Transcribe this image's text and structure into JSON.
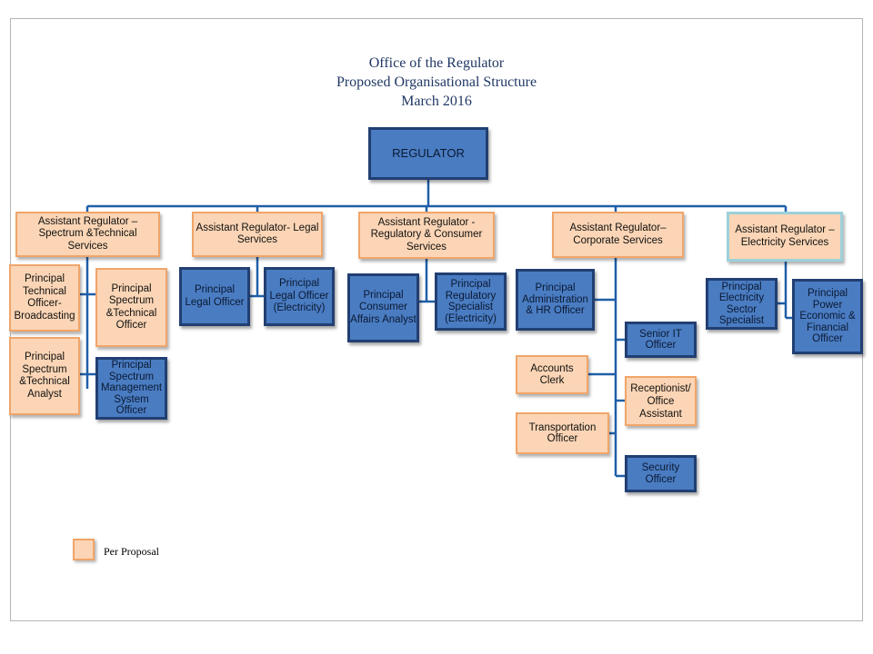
{
  "title": {
    "line1": "Office of the Regulator",
    "line2": "Proposed Organisational Structure",
    "line3": "March 2016"
  },
  "colors": {
    "existing_fill": "#4a7cc2",
    "existing_border": "#213f72",
    "proposal_fill": "#fbd5b5",
    "proposal_border": "#f0a56a",
    "electricity_border": "#9cd0db",
    "connector": "#1f5fa8"
  },
  "regulator": "REGULATOR",
  "assistants": [
    "Assistant Regulator – Spectrum &Technical Services",
    "Assistant Regulator- Legal Services",
    "Assistant Regulator - Regulatory & Consumer Services",
    "Assistant Regulator– Corporate Services",
    "Assistant Regulator – Electricity Services"
  ],
  "spectrum": {
    "technical_broadcasting": "Principal Technical Officer- Broadcasting",
    "spectrum_technical_officer": "Principal Spectrum &Technical Officer",
    "spectrum_technical_analyst": "Principal Spectrum &Technical Analyst",
    "spectrum_management": "Principal Spectrum Management System Officer"
  },
  "legal": {
    "legal_officer": "Principal Legal Officer",
    "legal_officer_electricity": "Principal Legal Officer (Electricity)"
  },
  "regulatory": {
    "consumer_affairs": "Principal Consumer Affairs Analyst",
    "regulatory_specialist": "Principal Regulatory Specialist (Electricity)"
  },
  "corporate": {
    "admin_hr": "Principal Administration & HR Officer",
    "senior_it": "Senior IT Officer",
    "accounts_clerk": "Accounts Clerk",
    "receptionist": "Receptionist/ Office Assistant",
    "transportation": "Transportation Officer",
    "security": "Security Officer"
  },
  "electricity": {
    "sector_specialist": "Principal Electricity Sector Specialist",
    "power_economic": "Principal Power Economic & Financial Officer"
  },
  "legend": {
    "per_proposal": "Per Proposal"
  }
}
